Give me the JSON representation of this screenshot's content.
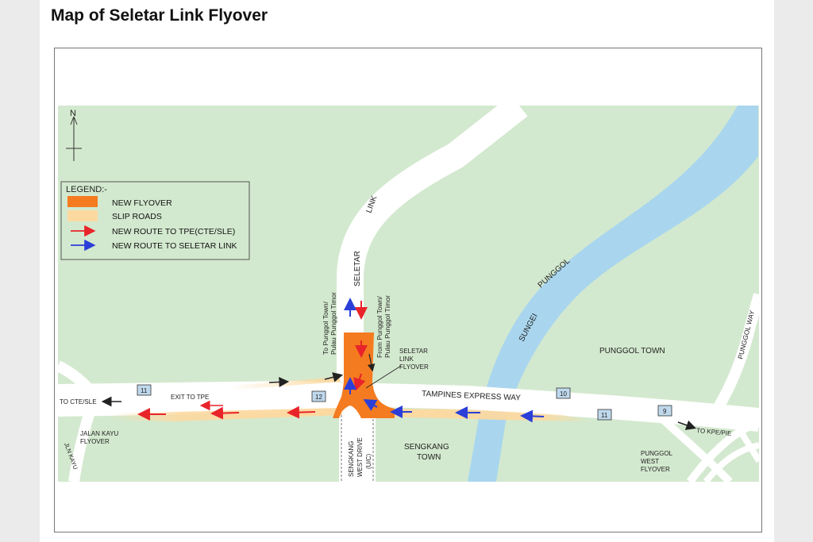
{
  "page": {
    "title": "Map of Seletar Link Flyover"
  },
  "north": {
    "label": "N"
  },
  "legend": {
    "title": "LEGEND:-",
    "items": [
      {
        "label": "NEW FLYOVER",
        "symbol": "swatch",
        "color": "#f47b20"
      },
      {
        "label": "SLIP ROADS",
        "symbol": "swatch",
        "color": "#fcd9a0"
      },
      {
        "label": "NEW ROUTE TO TPE(CTE/SLE)",
        "symbol": "arrow",
        "color": "#e8242a"
      },
      {
        "label": "NEW ROUTE TO SELETAR LINK",
        "symbol": "arrow",
        "color": "#2b3fd8"
      }
    ]
  },
  "labels": {
    "seletar": "SELETAR",
    "link": "LINK",
    "to_punggol_1": "To Punggol Town/",
    "to_punggol_2": "Pulau Punggol Timor",
    "from_punggol_1": "From Punggol Town/",
    "from_punggol_2": "Pulau Punggol Timor",
    "flyover_1": "SELETAR",
    "flyover_2": "LINK",
    "flyover_3": "FLYOVER",
    "sungei": "SUNGEI",
    "punggol_river": "PUNGGOL",
    "punggol_town": "PUNGGOL TOWN",
    "punggol_way": "PUNGGOL WAY",
    "tpe": "TAMPINES EXPRESS WAY",
    "exit_tpe": "EXIT TO TPE",
    "to_cte": "TO CTE/SLE",
    "to_kpe": "TO KPE/PIE",
    "jalan_kayu_1": "JALAN KAYU",
    "jalan_kayu_2": "FLYOVER",
    "jln_kayu": "JLN KAYU",
    "sengkang_town_1": "SENGKANG",
    "sengkang_town_2": "TOWN",
    "skg_west_1": "SENGKANG",
    "skg_west_2": "WEST DRIVE",
    "skg_west_3": "(U/C)",
    "pw_flyover_1": "PUNGGOL",
    "pw_flyover_2": "WEST",
    "pw_flyover_3": "FLYOVER"
  },
  "exits": [
    "11",
    "12",
    "10",
    "11",
    "9"
  ],
  "colors": {
    "land": "#d3e9cf",
    "road": "#ffffff",
    "water": "#a9d6ee",
    "flyover": "#f47b20",
    "slip": "#fcd9a0",
    "red_arrow": "#e8242a",
    "blue_arrow": "#2b3fd8",
    "exit_box": "#bfd8ec"
  }
}
